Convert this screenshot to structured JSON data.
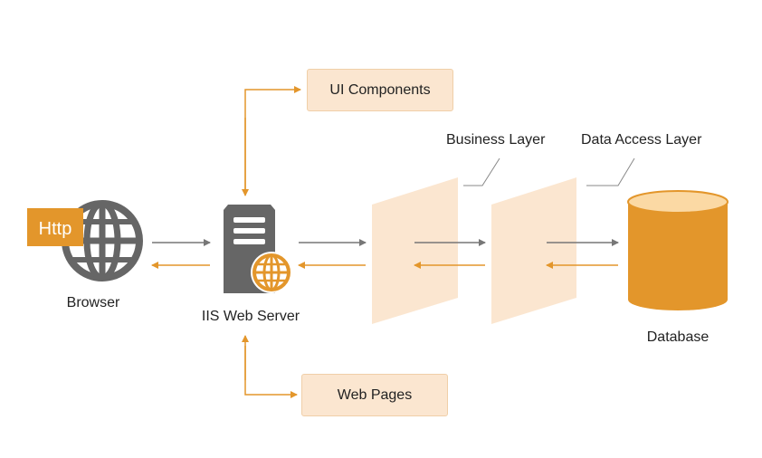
{
  "nodes": {
    "http_badge": "Http",
    "browser": "Browser",
    "server": "IIS Web Server",
    "ui_components": "UI Components",
    "web_pages": "Web Pages",
    "business_layer": "Business Layer",
    "data_access_layer": "Data Access Layer",
    "database": "Database"
  },
  "colors": {
    "accent": "#e3962b",
    "panel": "#fbe6d0",
    "icon_gray": "#666666",
    "arrow_gray": "#777777"
  }
}
